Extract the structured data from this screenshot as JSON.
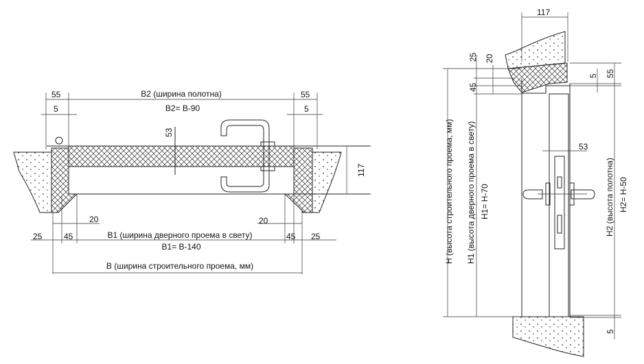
{
  "plan": {
    "dim_55_left": "55",
    "dim_55_right": "55",
    "b2_label": "В2 (ширина полотна)",
    "b2_formula": "В2= В-90",
    "dim_5_left": "5",
    "dim_5_right": "5",
    "dim_53": "53",
    "dim_117": "117",
    "dim_20_left": "20",
    "dim_20_right": "20",
    "dim_25_left": "25",
    "dim_25_right": "25",
    "dim_45_left": "45",
    "dim_45_right": "45",
    "b1_label": "В1 (ширина дверного проема в свету)",
    "b1_formula": "В1= В-140",
    "b_label": "В (ширина строительного проема, мм)"
  },
  "section": {
    "dim_117": "117",
    "dim_25": "25",
    "dim_20": "20",
    "dim_45": "45",
    "dim_5_top": "5",
    "dim_55": "55",
    "dim_53": "53",
    "dim_5_bottom": "5",
    "h_label": "Н (высота строительного проема, мм)",
    "h1_label": "Н1 (высота дверного проема в свету)",
    "h1_formula": "Н1= Н-70",
    "h2_label": "Н2 (высота полотна)",
    "h2_formula": "Н2= Н-50"
  }
}
